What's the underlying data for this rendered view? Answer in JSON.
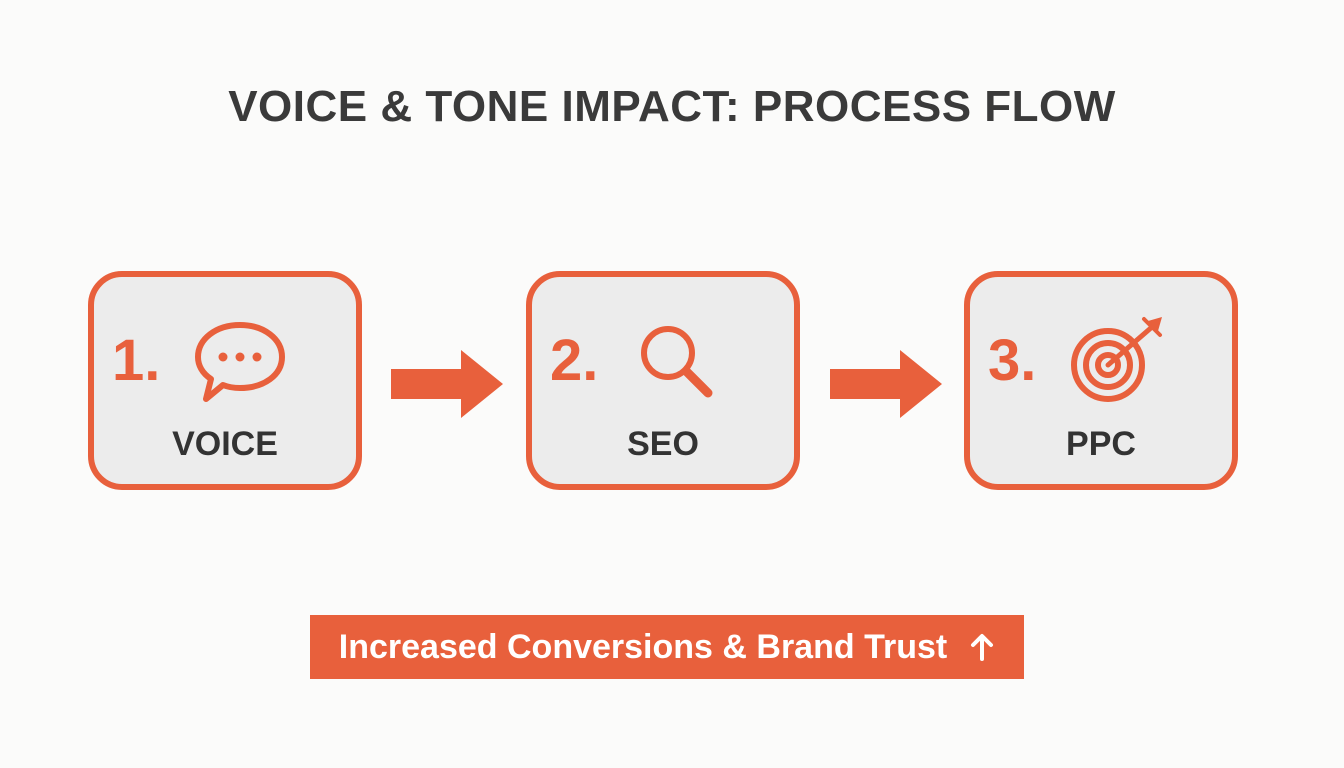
{
  "title": "VOICE & TONE IMPACT: PROCESS FLOW",
  "steps": [
    {
      "number": "1.",
      "label": "VOICE",
      "icon": "speech-bubble-icon"
    },
    {
      "number": "2.",
      "label": "SEO",
      "icon": "magnifying-glass-icon"
    },
    {
      "number": "3.",
      "label": "PPC",
      "icon": "target-arrow-icon"
    }
  ],
  "outcome": {
    "text": "Increased Conversions & Brand Trust",
    "icon": "arrow-up-icon"
  },
  "colors": {
    "accent": "#e8603c",
    "box_fill": "#ececec",
    "text": "#333333",
    "background": "#fbfbfa"
  }
}
